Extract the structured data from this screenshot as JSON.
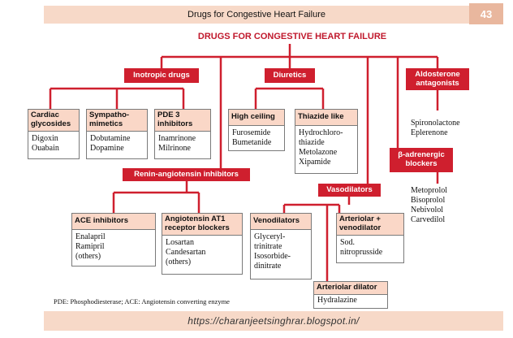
{
  "header": {
    "title": "Drugs  for Congestive Heart Failure",
    "page_number": "43"
  },
  "diagram": {
    "title": "DRUGS FOR CONGESTIVE HEART FAILURE",
    "categories": {
      "inotropic": "Inotropic drugs",
      "diuretics": "Diuretics",
      "aldosterone": "Aldosterone antagonists",
      "ras": "Renin-angiotensin inhibitors",
      "vasodilators": "Vasodilators",
      "beta": "β-adrenergic blockers"
    },
    "boxes": {
      "cardiac": {
        "head": "Cardiac\nglycosides",
        "body": "Digoxin\nOuabain"
      },
      "sympatho": {
        "head": "Sympatho-\nmimetics",
        "body": "Dobutamine\nDopamine"
      },
      "pde3": {
        "head": "PDE 3\ninhibitors",
        "body": "Inamrinone\nMilrinone"
      },
      "highceiling": {
        "head": "High ceiling",
        "body": "Furosemide\nBumetanide"
      },
      "thiazide": {
        "head": "Thiazide like",
        "body": "Hydrochloro-\n  thiazide\nMetolazone\nXipamide"
      },
      "ace": {
        "head": "ACE inhibitors",
        "body": "Enalapril\nRamipril\n(others)"
      },
      "at1": {
        "head": "Angiotensin AT1\nreceptor blockers",
        "body": "Losartan\nCandesartan\n(others)"
      },
      "venodilators": {
        "head": "Venodilators",
        "body": "Glyceryl-\n  trinitrate\nIsosorbide-\n  dinitrate"
      },
      "arteriolar_veno": {
        "head": "Arteriolar +\nvenodilator",
        "body": "Sod.\nnitroprusside"
      },
      "arteriolar": {
        "head": "Arteriolar dilator",
        "body": "Hydralazine"
      }
    },
    "aldosterone_drugs": "Spironolactone\nEplerenone",
    "beta_drugs": "Metoprolol\nBisoprolol\nNebivolol\nCarvedilol"
  },
  "footnote": "PDE: Phosphodiesterase; ACE: Angiotensin converting enzyme",
  "footer": {
    "url": "https://charanjeetsinghrar.blogspot.in/"
  },
  "colors": {
    "accent": "#cf1f2e",
    "header_bg": "#fad7c7",
    "banner_bg": "#f7d9c8"
  }
}
